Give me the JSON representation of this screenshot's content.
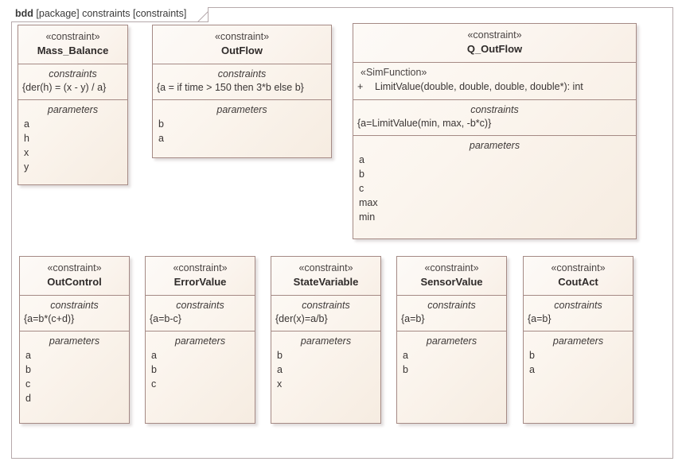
{
  "frame": {
    "keyword": "bdd",
    "title_rest": " [package] constraints [constraints]"
  },
  "blocks": {
    "mass_balance": {
      "stereotype": "«constraint»",
      "name": "Mass_Balance",
      "constraints_title": "constraints",
      "constraints": [
        "{der(h) = (x - y) / a}"
      ],
      "parameters_title": "parameters",
      "parameters": [
        "a",
        "h",
        "x",
        "y"
      ]
    },
    "outflow": {
      "stereotype": "«constraint»",
      "name": "OutFlow",
      "constraints_title": "constraints",
      "constraints": [
        "{a  = if time > 150  then 3*b else b}"
      ],
      "parameters_title": "parameters",
      "parameters": [
        "b",
        "a"
      ]
    },
    "q_outflow": {
      "stereotype": "«constraint»",
      "name": "Q_OutFlow",
      "operation_stereotype": "«SimFunction»",
      "operation_visibility": "+",
      "operation_signature": "LimitValue(double, double, double, double*): int",
      "constraints_title": "constraints",
      "constraints": [
        "{a=LimitValue(min, max, -b*c)}"
      ],
      "parameters_title": "parameters",
      "parameters": [
        "a",
        "b",
        "c",
        "max",
        "min"
      ]
    },
    "outcontrol": {
      "stereotype": "«constraint»",
      "name": "OutControl",
      "constraints_title": "constraints",
      "constraints": [
        "{a=b*(c+d)}"
      ],
      "parameters_title": "parameters",
      "parameters": [
        "a",
        "b",
        "c",
        "d"
      ]
    },
    "errorvalue": {
      "stereotype": "«constraint»",
      "name": "ErrorValue",
      "constraints_title": "constraints",
      "constraints": [
        "{a=b-c}"
      ],
      "parameters_title": "parameters",
      "parameters": [
        "a",
        "b",
        "c"
      ]
    },
    "statevariable": {
      "stereotype": "«constraint»",
      "name": "StateVariable",
      "constraints_title": "constraints",
      "constraints": [
        "{der(x)=a/b}"
      ],
      "parameters_title": "parameters",
      "parameters": [
        "b",
        "a",
        "x"
      ]
    },
    "sensorvalue": {
      "stereotype": "«constraint»",
      "name": "SensorValue",
      "constraints_title": "constraints",
      "constraints": [
        "{a=b}"
      ],
      "parameters_title": "parameters",
      "parameters": [
        "a",
        "b"
      ]
    },
    "coutact": {
      "stereotype": "«constraint»",
      "name": "CoutAct",
      "constraints_title": "constraints",
      "constraints": [
        "{a=b}"
      ],
      "parameters_title": "parameters",
      "parameters": [
        "b",
        "a"
      ]
    }
  },
  "colors": {
    "frame_border": "#b6a9ab",
    "block_border": "#a58a85",
    "block_fill_light": "#fdfaf6",
    "block_fill_dark": "#f6ece1",
    "text": "#3a3534"
  }
}
